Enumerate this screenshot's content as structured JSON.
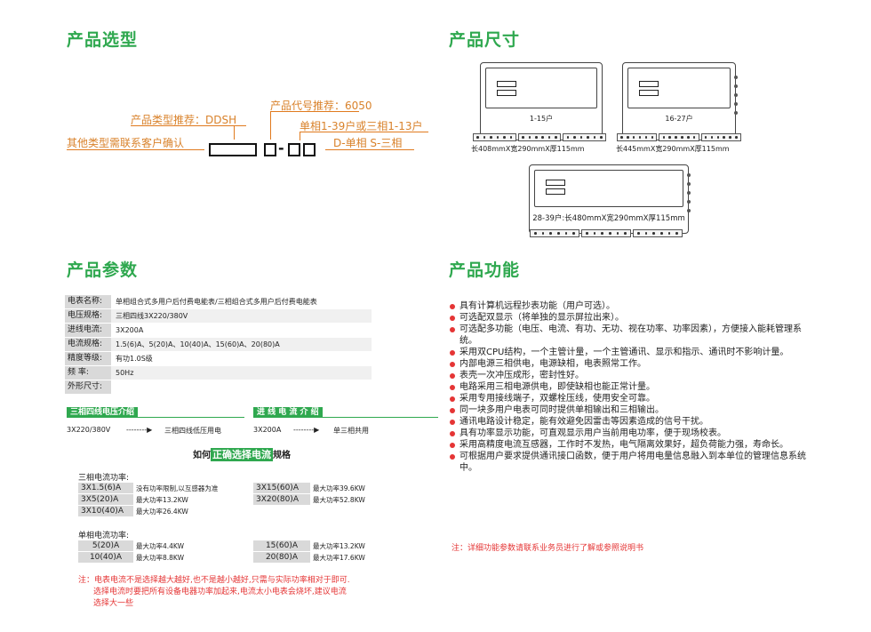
{
  "selection": {
    "title": "产品选型",
    "label_ddsh": "产品类型推荐：DDSH",
    "label_other": "其他类型需联系客户确认",
    "label_code": "产品代号推荐：6050",
    "label_households": "单相1-39户或三相1-13户",
    "label_phase": "D-单相 S-三相",
    "dash": "-"
  },
  "dimensions": {
    "title": "产品尺寸",
    "unit1_caption": "1-15户",
    "unit1_size": "长408mmX宽290mmX厚115mm",
    "unit2_caption": "16-27户",
    "unit2_size": "长445mmX宽290mmX厚115mm",
    "unit3_caption": "28-39户:长480mmX宽290mmX厚115mm"
  },
  "params": {
    "title": "产品参数",
    "rows": [
      {
        "k": "电表名称:",
        "v": "单相组合式多用户后付费电能表/三相组合式多用户后付费电能表"
      },
      {
        "k": "电压规格:",
        "v": "三相四线3X220/380V"
      },
      {
        "k": "进线电流:",
        "v": "3X200A"
      },
      {
        "k": "电流规格:",
        "v": "1.5(6)A、5(20)A、10(40)A、15(60)A、20(80)A"
      },
      {
        "k": "精度等级:",
        "v": "有功1.0S级"
      },
      {
        "k": "频    率:",
        "v": "50Hz"
      },
      {
        "k": "外形尺寸:",
        "v": ""
      }
    ],
    "bar1": "三相四线电压介绍",
    "bar2": "进 线 电 流 介 绍",
    "voltage_value": "3X220/380V",
    "voltage_arrow": "--------▶",
    "voltage_desc": "三相四线低压用电",
    "current_value": "3X200A",
    "current_arrow": "--------▶",
    "current_desc": "单三相共用",
    "howto_pre": "如何",
    "howto_hl": "正确选择电流",
    "howto_post": "规格",
    "three_phase_title": "三相电流功率:",
    "three_phase": [
      {
        "spec": "3X1.5(6)A",
        "note": "没有功率限制,以互感器为准"
      },
      {
        "spec": "3X5(20)A",
        "note": "最大功率13.2KW"
      },
      {
        "spec": "3X10(40)A",
        "note": "最大功率26.4KW"
      },
      {
        "spec": "3X15(60)A",
        "note": "最大功率39.6KW"
      },
      {
        "spec": "3X20(80)A",
        "note": "最大功率52.8KW"
      }
    ],
    "single_phase_title": "单相电流功率:",
    "single_phase": [
      {
        "spec": "5(20)A",
        "note": "最大功率4.4KW"
      },
      {
        "spec": "10(40)A",
        "note": "最大功率8.8KW"
      },
      {
        "spec": "15(60)A",
        "note": "最大功率13.2KW"
      },
      {
        "spec": "20(80)A",
        "note": "最大功率17.6KW"
      }
    ],
    "note_line1": "注：电表电流不是选择越大越好,也不是越小越好,只需与实际功率相对于即可.",
    "note_line2": "选择电流时要把所有设备电器功率加起来,电流太小电表会烧坏,建议电流",
    "note_line3": "选择大一些"
  },
  "features": {
    "title": "产品功能",
    "items": [
      "具有计算机远程抄表功能（用户可选）。",
      "可选配双显示（将单独的显示屏拉出来）。",
      "可选配多功能（电压、电流、有功、无功、视在功率、功率因素），方便接入能耗管理系统。",
      "采用双CPU结构，一个主管计量，一个主管通讯、显示和指示、通讯时不影响计量。",
      "内部电源三相供电，电源缺相，电表照常工作。",
      "表壳一次冲压成形，密封性好。",
      "电路采用三相电源供电，即使缺相也能正常计量。",
      "采用专用接线端子，双螺栓压线，使用安全可靠。",
      "同一块多用户电表可同时提供单相输出和三相输出。",
      "通讯电路设计稳定，能有效避免因雷击等因素造成的信号干扰。",
      "具有功率显示功能，可直观显示用户当前用电功率，便于现场校表。",
      "采用高精度电流互感器，工作时不发热，电气隔离效果好，超负荷能力强，寿命长。",
      "可根据用户要求提供通讯接口函数，便于用户将用电量信息融入到本单位的管理信息系统中。"
    ],
    "note": "注：详细功能参数请联系业务员进行了解或参照说明书"
  }
}
